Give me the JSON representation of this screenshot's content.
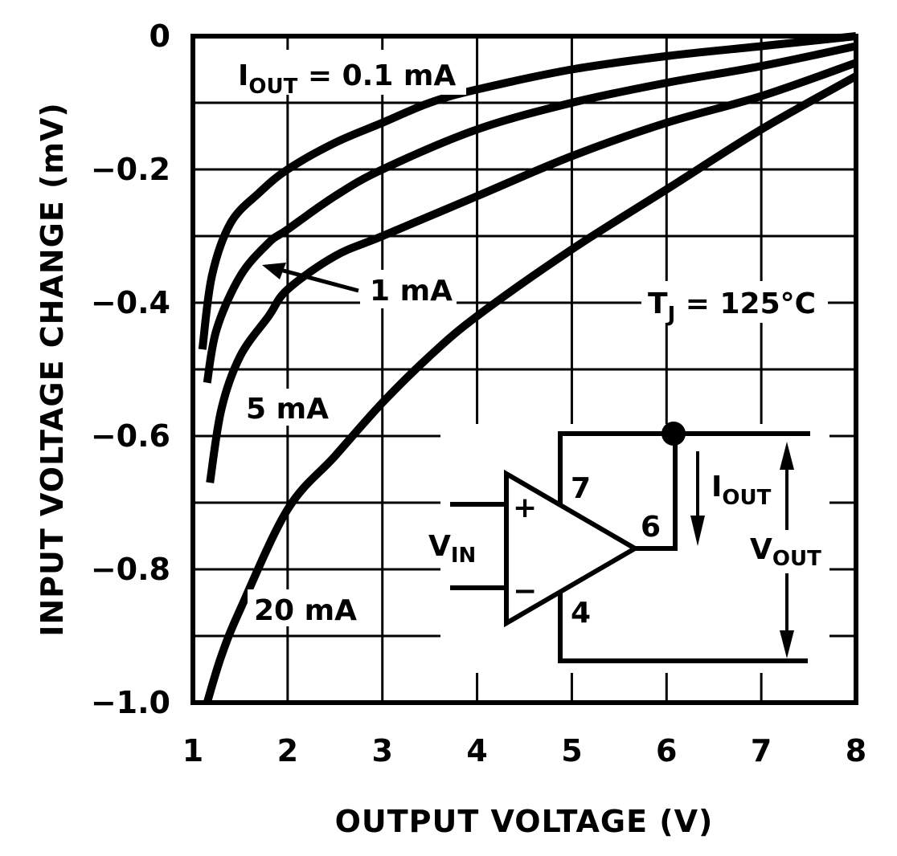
{
  "chart_data": {
    "type": "line",
    "xlabel": "OUTPUT VOLTAGE (V)",
    "ylabel": "INPUT VOLTAGE CHANGE (mV)",
    "xlim": [
      1,
      8
    ],
    "ylim": [
      -1.0,
      0
    ],
    "x_ticks": [
      "1",
      "2",
      "3",
      "4",
      "5",
      "6",
      "7",
      "8"
    ],
    "y_ticks": [
      "0",
      "−0.2",
      "−0.4",
      "−0.6",
      "−0.8",
      "−1.0"
    ],
    "grid": true,
    "series": [
      {
        "name": "I_OUT = 0.1 mA",
        "x": [
          1.1,
          1.2,
          1.4,
          1.7,
          2.0,
          2.5,
          3.0,
          3.5,
          4.0,
          5.0,
          6.0,
          7.0,
          8.0
        ],
        "y": [
          -0.47,
          -0.36,
          -0.28,
          -0.235,
          -0.2,
          -0.16,
          -0.13,
          -0.1,
          -0.08,
          -0.05,
          -0.03,
          -0.015,
          0.0
        ]
      },
      {
        "name": "1 mA",
        "x": [
          1.15,
          1.25,
          1.5,
          1.8,
          2.0,
          2.5,
          3.0,
          4.0,
          5.0,
          6.0,
          7.0,
          8.0
        ],
        "y": [
          -0.52,
          -0.44,
          -0.36,
          -0.31,
          -0.29,
          -0.24,
          -0.2,
          -0.14,
          -0.1,
          -0.07,
          -0.045,
          -0.015
        ]
      },
      {
        "name": "5 mA",
        "x": [
          1.18,
          1.3,
          1.5,
          1.8,
          2.0,
          2.5,
          3.0,
          4.0,
          5.0,
          6.0,
          7.0,
          8.0
        ],
        "y": [
          -0.67,
          -0.56,
          -0.48,
          -0.42,
          -0.38,
          -0.33,
          -0.3,
          -0.24,
          -0.18,
          -0.13,
          -0.09,
          -0.04
        ]
      },
      {
        "name": "20 mA",
        "x": [
          1.15,
          1.3,
          1.5,
          2.0,
          2.5,
          3.0,
          3.5,
          4.0,
          5.0,
          6.0,
          7.0,
          8.0
        ],
        "y": [
          -1.0,
          -0.93,
          -0.86,
          -0.71,
          -0.63,
          -0.55,
          -0.48,
          -0.42,
          -0.32,
          -0.23,
          -0.14,
          -0.06
        ]
      }
    ],
    "annotations": {
      "iout_prefix": "I",
      "iout_sub": "OUT",
      "iout_value": " = 0.1 mA",
      "label_1ma": "1 mA",
      "label_5ma": "5 mA",
      "label_20ma": "20 mA",
      "tj_prefix": "T",
      "tj_sub": "J",
      "tj_value": " = 125°C"
    },
    "inset": {
      "pin_7": "7",
      "pin_6": "6",
      "pin_4": "4",
      "plus": "+",
      "minus": "−",
      "vin_main": "V",
      "vin_sub": "IN",
      "iout_main": "I",
      "iout_sub": "OUT",
      "vout_main": "V",
      "vout_sub": "OUT"
    }
  }
}
